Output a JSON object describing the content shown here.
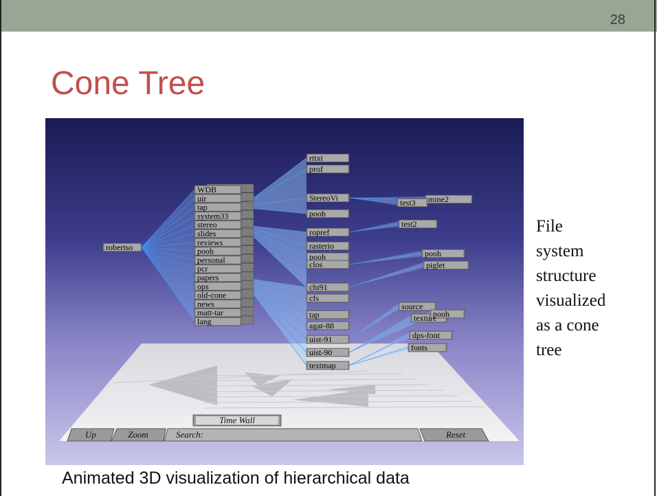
{
  "slide": {
    "page_number": "28",
    "title": "Cone Tree",
    "side_text": [
      "File",
      "system",
      "structure",
      "visualized",
      "as a cone",
      "tree"
    ],
    "caption": "Animated 3D visualization of hierarchical data"
  },
  "cone_tree": {
    "root": "robertso",
    "level1": [
      "WDB",
      "uir",
      "tap",
      "system33",
      "stereo",
      "slides",
      "reviews",
      "pooh",
      "personal",
      "pcr",
      "papers",
      "ops",
      "old-cone",
      "news",
      "matt-tar",
      "lang"
    ],
    "level2": [
      "rttxt",
      "prof",
      "StereoVi",
      "pooh",
      "ropref",
      "rasterio",
      "pooh",
      "clos",
      "chi91",
      "cfs",
      "tap",
      "agat-88",
      "uist-91",
      "uist-90",
      "textmap"
    ],
    "level3": [
      "mine2",
      "test3",
      "test2",
      "pooh",
      "piglet",
      "source",
      "texture",
      "pooh",
      "dps-font",
      "fonts"
    ]
  },
  "controls": {
    "time_wall": "Time Wall",
    "up": "Up",
    "zoom": "Zoom",
    "search": "Search:",
    "reset": "Reset"
  }
}
